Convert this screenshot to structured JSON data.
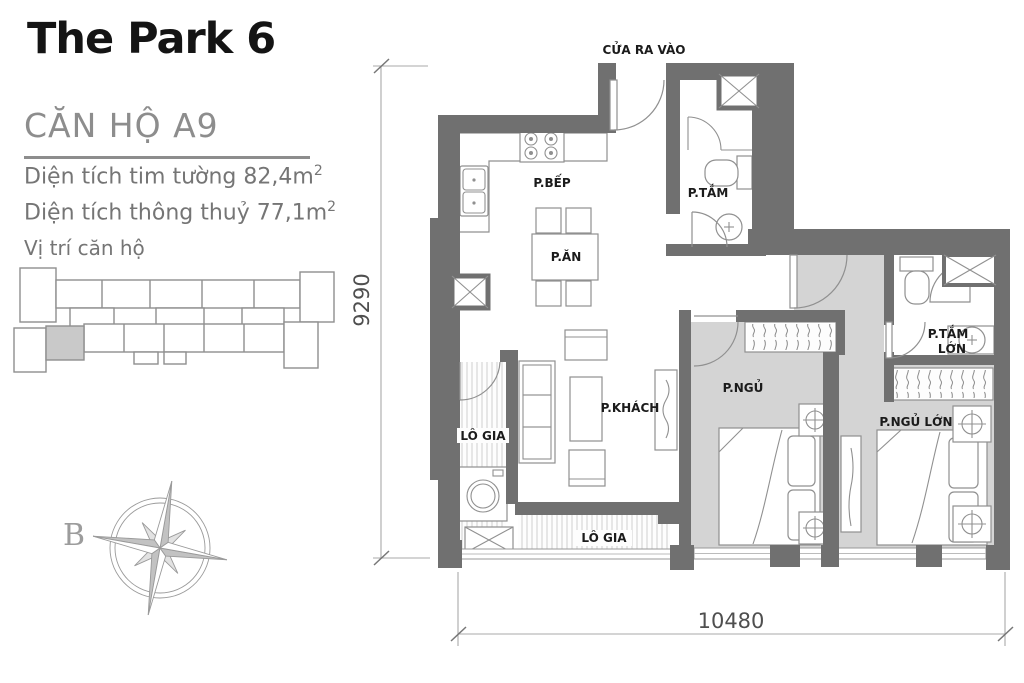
{
  "header": {
    "project_title": "The Park 6",
    "unit_title": "CĂN HỘ A9",
    "area_line1": "Diện tích tim tường 82,4m",
    "area_line2": "Diện tích thông thuỷ 77,1m",
    "area_sup": "2",
    "location_label": "Vị trí căn hộ"
  },
  "compass": {
    "north": "B"
  },
  "plan": {
    "entrance": "CỬA RA VÀO",
    "rooms": {
      "kitchen": "P.BẾP",
      "dining": "P.ĂN",
      "bathroom": "P.TẮM",
      "living": "P.KHÁCH",
      "bedroom": "P.NGỦ",
      "master_bath_line1": "P.TẮM",
      "master_bath_line2": "LỚN",
      "master_bedroom": "P.NGỦ LỚN",
      "loggia_left": "LÔ GIA",
      "loggia_bottom": "LÔ GIA"
    },
    "dimensions": {
      "height_mm": "9290",
      "width_mm": "10480"
    }
  },
  "colors": {
    "wall": "#707070",
    "room_gray": "#d4d4d4",
    "highlight_unit": "#c9c9c9",
    "accent_text": "#8d8d8d"
  }
}
